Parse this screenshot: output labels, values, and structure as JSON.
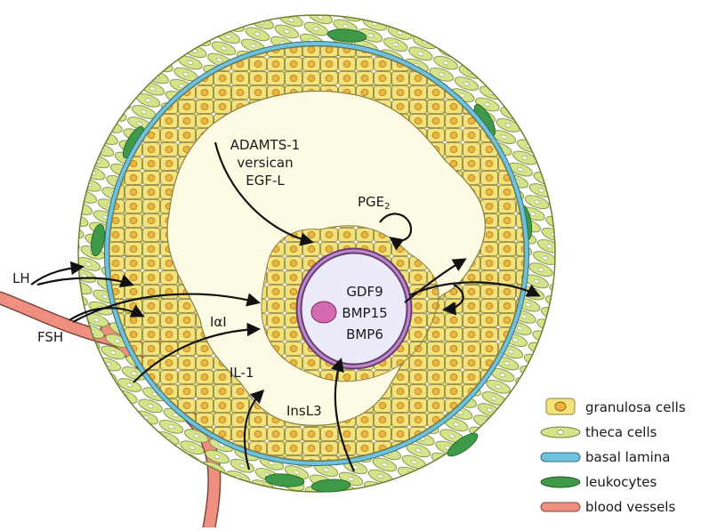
{
  "labels": {
    "adamts": "ADAMTS-1",
    "versican": "versican",
    "egfl": "EGF-L",
    "pge2_main": "PGE",
    "pge2_sub": "2",
    "lh": "LH",
    "fsh": "FSH",
    "iai": "IαI",
    "il1": "IL-1",
    "insl3": "InsL3",
    "gdf9": "GDF9",
    "bmp15": "BMP15",
    "bmp6": "BMP6"
  },
  "legend": [
    {
      "key": "granulosa",
      "label": "granulosa cells"
    },
    {
      "key": "theca",
      "label": "theca cells"
    },
    {
      "key": "basal",
      "label": "basal lamina"
    },
    {
      "key": "leuko",
      "label": "leukocytes"
    },
    {
      "key": "blood",
      "label": "blood vessels"
    }
  ],
  "colors": {
    "granulosa_fill": "#f3e37a",
    "granulosa_nucleus": "#f0b43c",
    "theca_fill": "#d3e48a",
    "basal_lamina": "#6fc2dc",
    "leukocyte": "#3e9a48",
    "blood_vessel": "#ef8f80",
    "antrum": "#fdfbe4",
    "oocyte": "#ecebfa",
    "zona": "#9b6aa6",
    "oocyte_nucleus": "#d56ab2",
    "outline": "#777744"
  }
}
